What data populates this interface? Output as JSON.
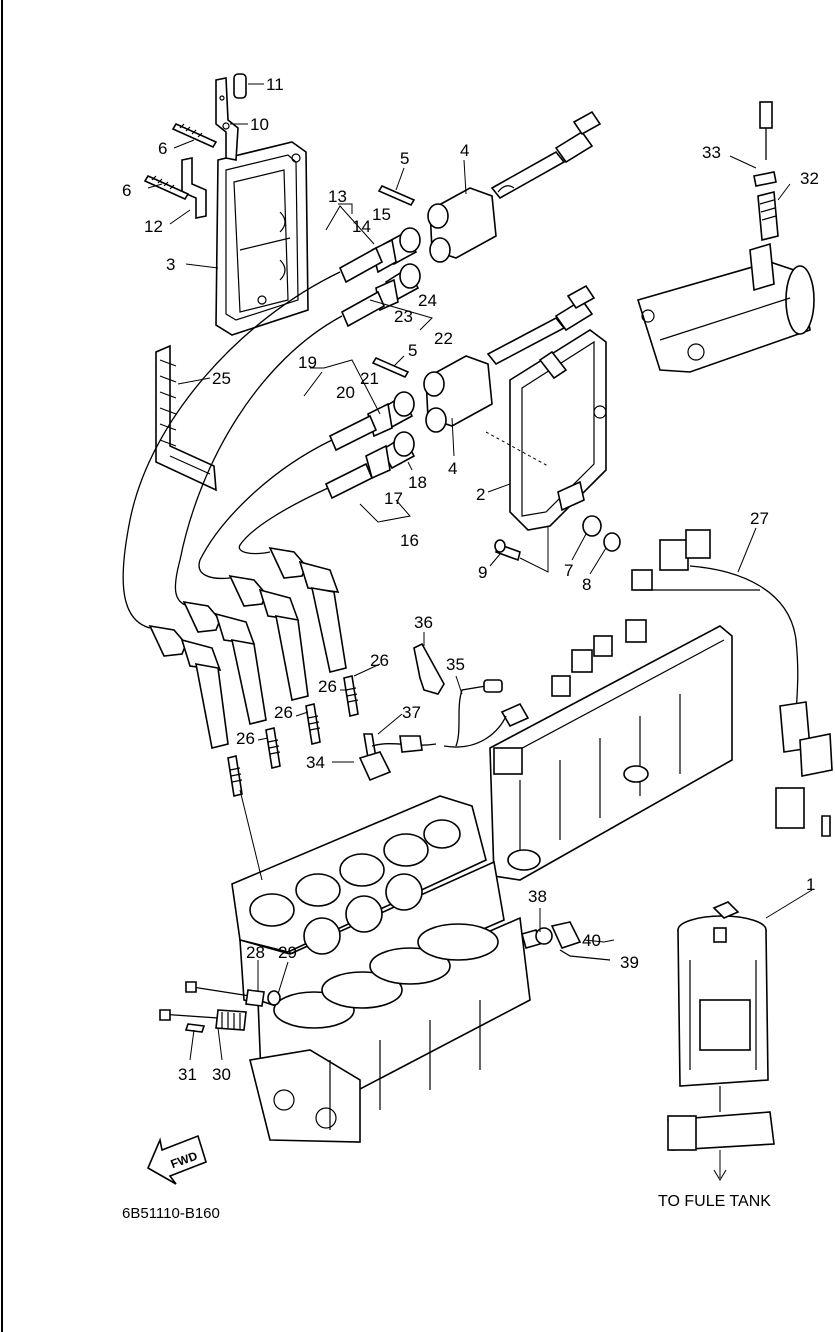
{
  "diagram": {
    "ref_code": "6B51110-B160",
    "note": "TO FULE TANK",
    "direction_badge": "FWD",
    "callouts": [
      "11",
      "10",
      "6",
      "6",
      "12",
      "3",
      "5",
      "4",
      "13",
      "15",
      "14",
      "24",
      "23",
      "22",
      "33",
      "32",
      "25",
      "5",
      "19",
      "21",
      "20",
      "4",
      "2",
      "18",
      "17",
      "16",
      "27",
      "9",
      "7",
      "8",
      "36",
      "26",
      "35",
      "26",
      "26",
      "26",
      "37",
      "34",
      "1",
      "38",
      "40",
      "39",
      "28",
      "29",
      "31",
      "30"
    ]
  }
}
